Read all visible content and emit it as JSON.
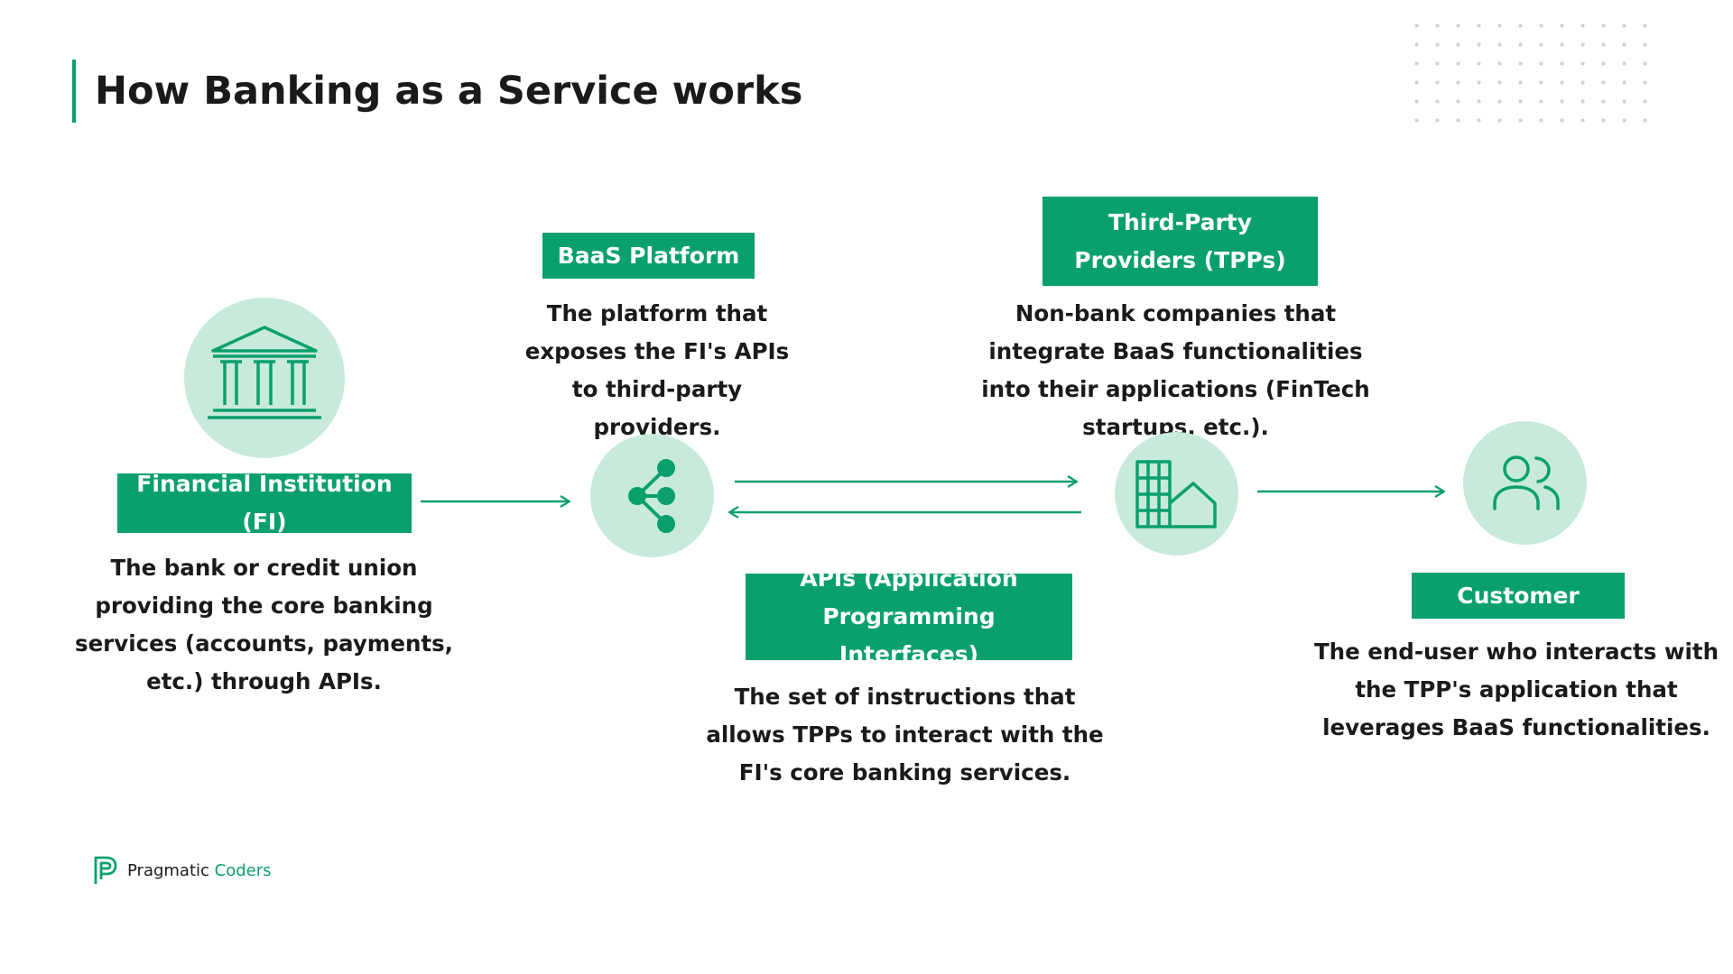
{
  "title": "How Banking as a Service works",
  "colors": {
    "accent": "#0aa06e",
    "circle_fill": "#c7eadb",
    "text": "#1a1a1a"
  },
  "nodes": {
    "fi": {
      "icon": "bank-icon",
      "label": "Financial Institution (FI)",
      "description": "The bank or credit union providing the core banking services (accounts, payments, etc.) through APIs."
    },
    "baas": {
      "icon": "share-icon",
      "label": "BaaS Platform",
      "description": "The platform that exposes the FI's APIs to third-party providers."
    },
    "tpp": {
      "icon": "buildings-icon",
      "label": "Third-Party Providers (TPPs)",
      "description": "Non-bank companies that integrate BaaS functionalities into their applications (FinTech startups, etc.)."
    },
    "apis": {
      "label": "APIs (Application Programming Interfaces)",
      "description": "The set of instructions that allows TPPs to interact with the FI's core banking services."
    },
    "customer": {
      "icon": "users-icon",
      "label": "Customer",
      "description": "The end-user who interacts with the TPP's application that leverages BaaS functionalities."
    }
  },
  "brand": {
    "name_part1": "Pragmatic",
    "name_part2": "Coders",
    "logo_icon": "pragmatic-coders-logo-icon"
  }
}
